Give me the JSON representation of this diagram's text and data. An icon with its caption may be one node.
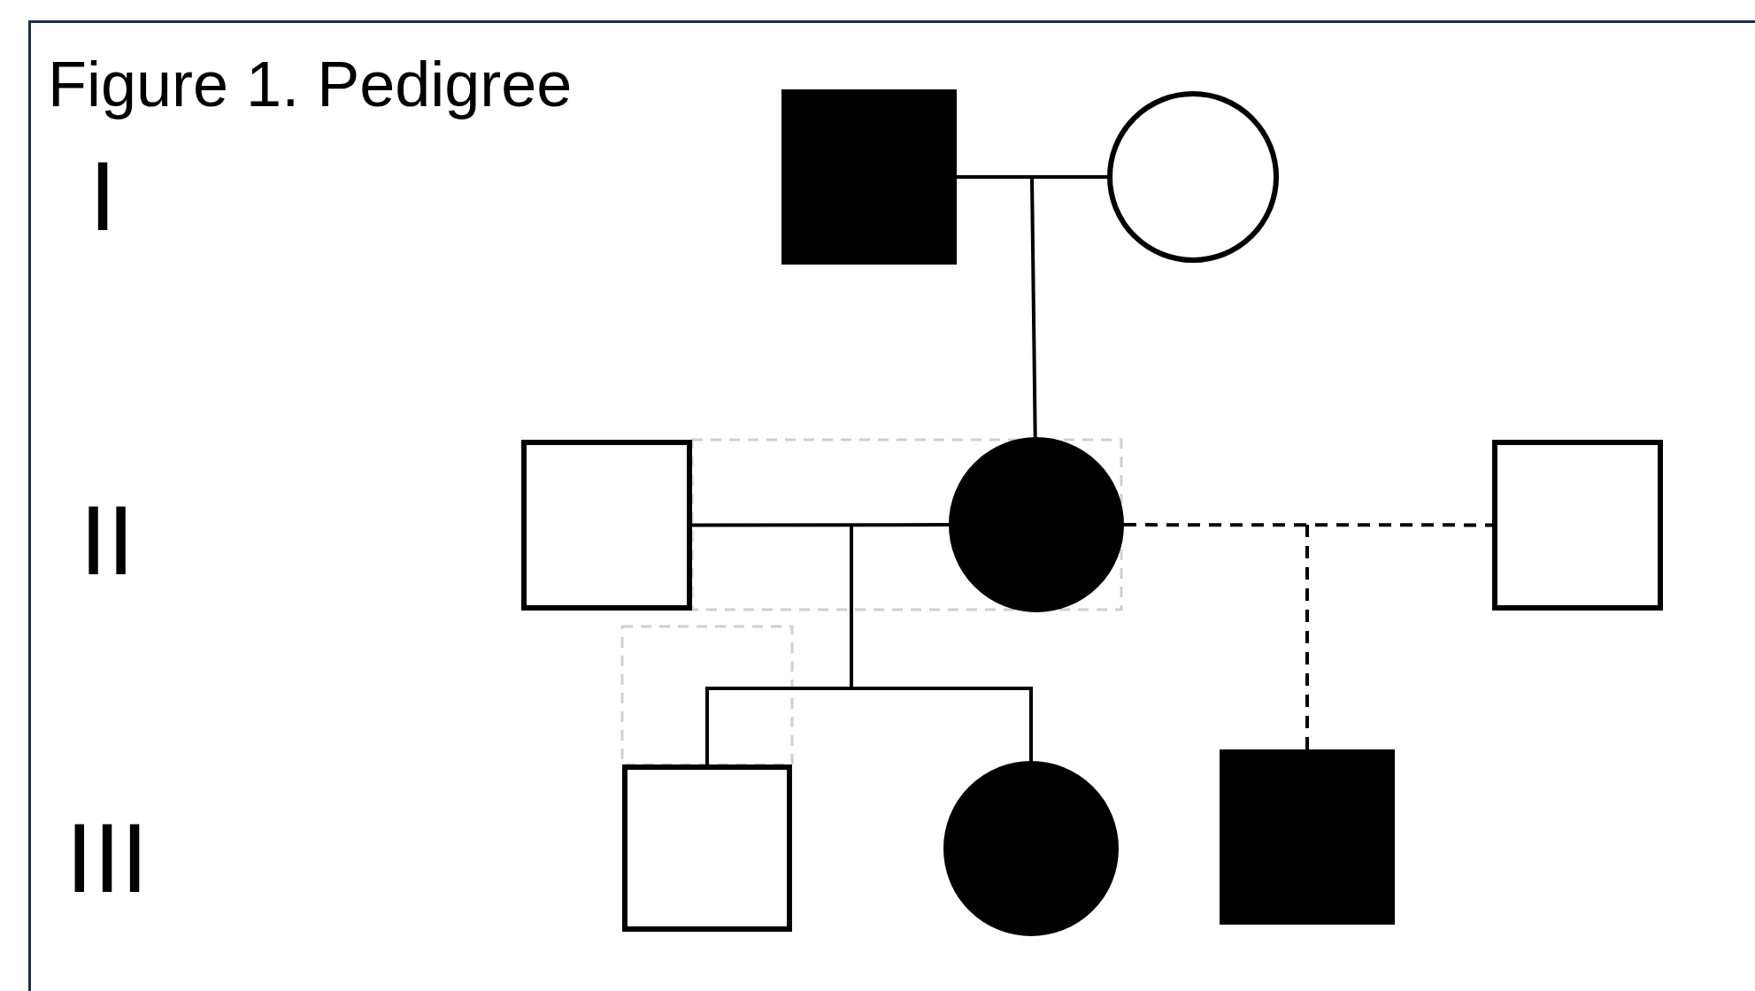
{
  "diagram": {
    "title": "Figure 1. Pedigree",
    "nodes": [
      {
        "text": [],
        "shape": "square"
      },
      {
        "text": [],
        "shape": "circle"
      },
      {
        "text": [],
        "shape": "square"
      },
      {
        "text": [],
        "shape": "circle"
      },
      {
        "text": [],
        "shape": "square"
      },
      {
        "text": [],
        "shape": "square"
      },
      {
        "text": [],
        "shape": "circle"
      },
      {
        "text": [],
        "shape": "square"
      }
    ],
    "edges": [
      {
        "from": 0,
        "to": 1,
        "arrow": "none"
      },
      {
        "from": null,
        "to": 3,
        "arrow": "none"
      },
      {
        "from": 2,
        "to": 3,
        "arrow": "none"
      },
      {
        "from": 3,
        "to": 4,
        "arrow": "none",
        "style": "dashed"
      },
      {
        "from": null,
        "to": 5,
        "arrow": "none"
      },
      {
        "from": null,
        "to": 6,
        "arrow": "none"
      },
      {
        "from": null,
        "to": 7,
        "arrow": "none",
        "style": "dashed"
      }
    ],
    "labels": [
      "I",
      "II",
      "III"
    ]
  }
}
